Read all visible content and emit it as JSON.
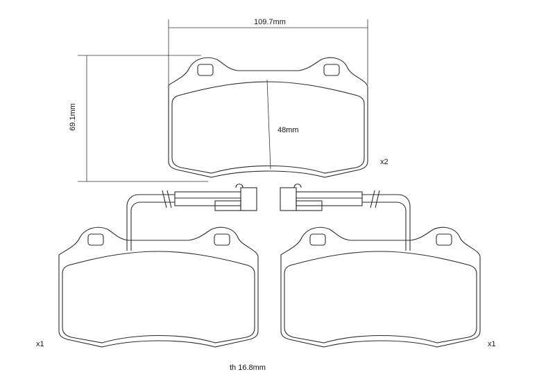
{
  "dimensions": {
    "width": "109.7mm",
    "height": "69.1mm",
    "friction_height": "48mm",
    "thickness": "th 16.8mm"
  },
  "quantities": {
    "top_pad": "x2",
    "bottom_left_pad": "x1",
    "bottom_right_pad": "x1"
  },
  "colors": {
    "line": "#2a2a2a",
    "background": "#ffffff"
  }
}
